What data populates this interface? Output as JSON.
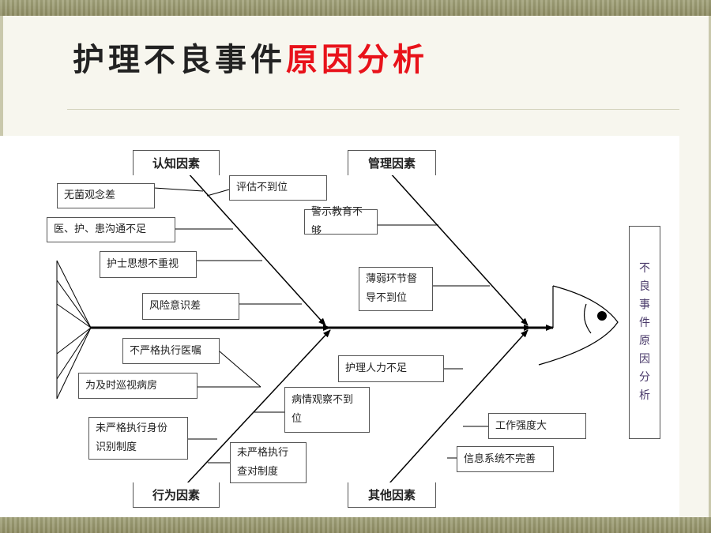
{
  "slide": {
    "title_main": "护理不良事件",
    "title_accent": "原因分析"
  },
  "diagram": {
    "effect": "不良事件原因分析",
    "categories": {
      "cognitive": "认知因素",
      "management": "管理因素",
      "behavior": "行为因素",
      "other": "其他因素"
    },
    "causes": {
      "cognitive": [
        "无菌观念差",
        "评估不到位",
        "医、护、患沟通不足",
        "护士思想不重视",
        "风险意识差"
      ],
      "management": [
        "警示教育不够",
        "薄弱环节督\n导不到位"
      ],
      "behavior": [
        "不严格执行医嘱",
        "为及时巡视病房",
        "病情观察不到\n位",
        "未严格执行身份\n识别制度",
        "未严格执行\n查对制度"
      ],
      "other": [
        "护理人力不足",
        "工作强度大",
        "信息系统不完善"
      ]
    },
    "colors": {
      "title_accent": "#e8121a",
      "line": "#000000"
    }
  }
}
